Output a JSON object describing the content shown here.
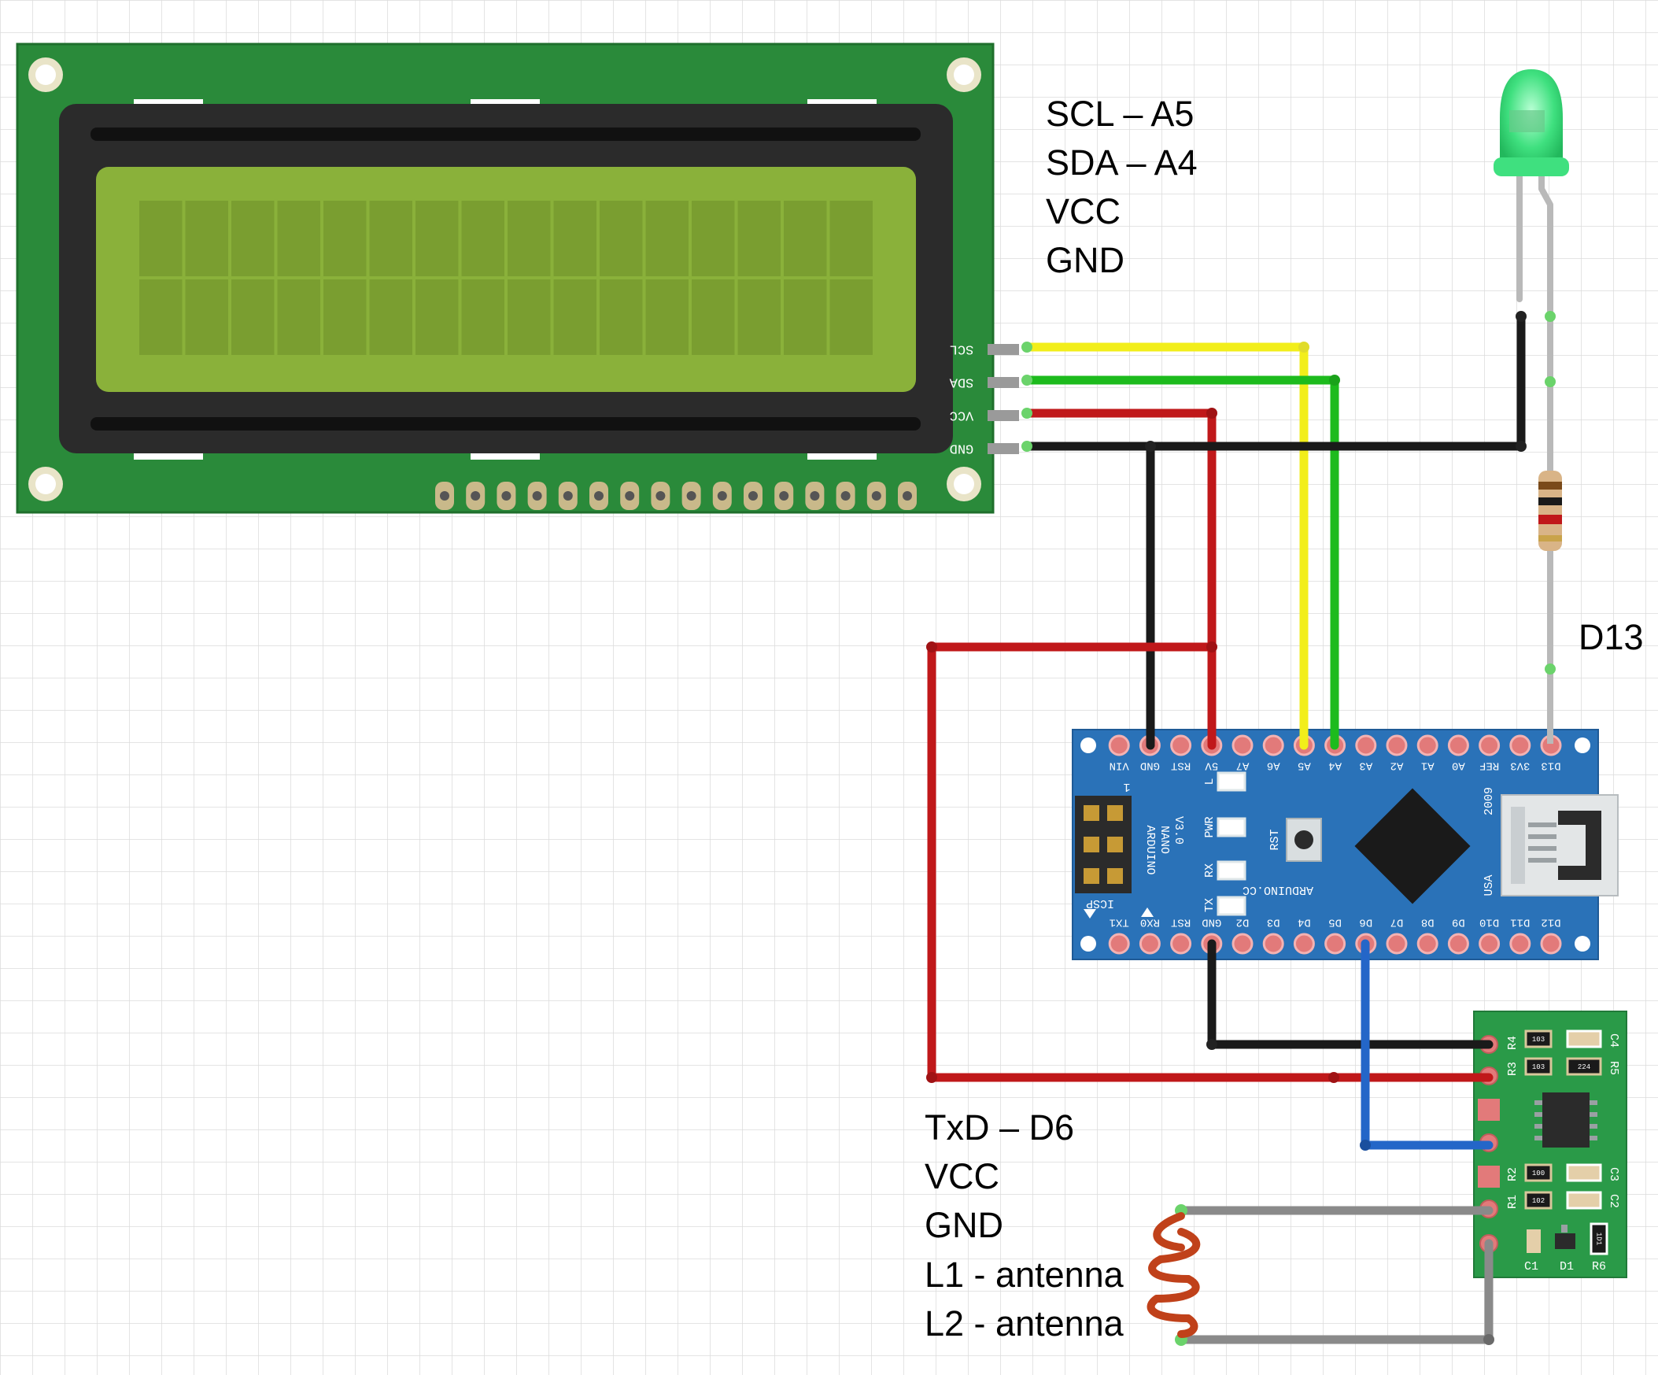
{
  "lcd": {
    "pins": [
      "SCL",
      "SDA",
      "VCC",
      "GND"
    ],
    "character_columns": 16,
    "character_rows": 2
  },
  "labels": {
    "lcd_connections": [
      "SCL – A5",
      "SDA – A4",
      "VCC",
      "GND"
    ],
    "led_pin": "D13",
    "rf_connections": [
      "TxD – D6",
      "VCC",
      "GND",
      "L1 - antenna",
      "L2 - antenna"
    ]
  },
  "arduino": {
    "top_pins": [
      "D13",
      "3V3",
      "REF",
      "A0",
      "A1",
      "A2",
      "A3",
      "A4",
      "A5",
      "A6",
      "A7",
      "5V",
      "RST",
      "GND",
      "VIN"
    ],
    "bottom_pins": [
      "D12",
      "D11",
      "D10",
      "D9",
      "D8",
      "D7",
      "D6",
      "D5",
      "D4",
      "D3",
      "D2",
      "GND",
      "RST",
      "RX0",
      "TX1"
    ],
    "model_lines": [
      "ARDUINO",
      "NANO",
      "V3.0"
    ],
    "site": "ARDUINO.CC",
    "year": "2009",
    "usb": "USA",
    "icsp": "ICSP",
    "icsp_pin1": "1",
    "button": "RST",
    "leds": [
      "L",
      "PWR",
      "RX",
      "TX"
    ]
  },
  "rf_module": {
    "left_labels": [
      "R4",
      "R3",
      "R2",
      "R1"
    ],
    "right_labels": [
      "C4",
      "R5",
      "C3",
      "C2"
    ],
    "bottom_labels": [
      "C1",
      "D1",
      "R6"
    ],
    "chip_codes": [
      "103",
      "103",
      "224",
      "100",
      "102",
      "1D1"
    ]
  },
  "colors": {
    "wire_yellow": "#f2ee1a",
    "wire_green": "#1dbb1d",
    "wire_red": "#c0181a",
    "wire_black": "#1a1a1a",
    "wire_blue": "#2466c8",
    "wire_gray": "#8a8a8a",
    "lcd_pcb": "#2a8a3a",
    "lcd_screen": "#8ab13a",
    "nano_board": "#2a72b8",
    "rf_pcb": "#2a9a48",
    "led": "#3fe07f"
  }
}
